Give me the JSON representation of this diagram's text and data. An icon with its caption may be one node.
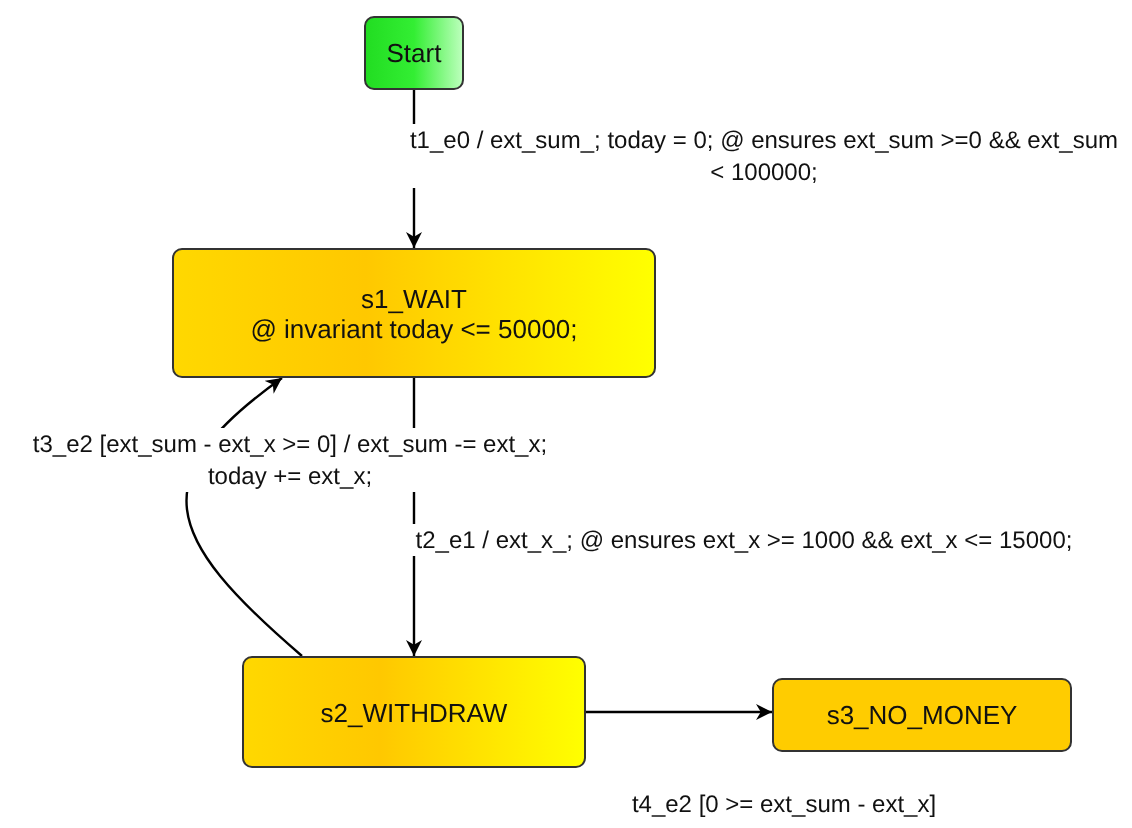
{
  "diagram": {
    "nodes": [
      {
        "text": [
          "Start"
        ]
      },
      {
        "text": [
          "s1_WAIT",
          "@ invariant today <= 50000;"
        ]
      },
      {
        "text": [
          "s2_WITHDRAW"
        ]
      },
      {
        "text": [
          "s3_NO_MONEY"
        ]
      }
    ],
    "edges": [
      {
        "from": 0,
        "to": 1,
        "arrow": "to",
        "label": "t1_e0 / ext_sum_; today = 0; @ ensures ext_sum >=0 && ext_sum < 100000;"
      },
      {
        "from": 1,
        "to": 2,
        "arrow": "to",
        "label": "t2_e1 / ext_x_; @ ensures ext_x >= 1000 && ext_x <= 15000;"
      },
      {
        "from": 2,
        "to": 1,
        "arrow": "to",
        "label": "t3_e2 [ext_sum - ext_x >= 0] / ext_sum -= ext_x; today += ext_x;"
      },
      {
        "from": 2,
        "to": 3,
        "arrow": "to",
        "label": "t4_e2 [0 >= ext_sum - ext_x]"
      }
    ]
  }
}
